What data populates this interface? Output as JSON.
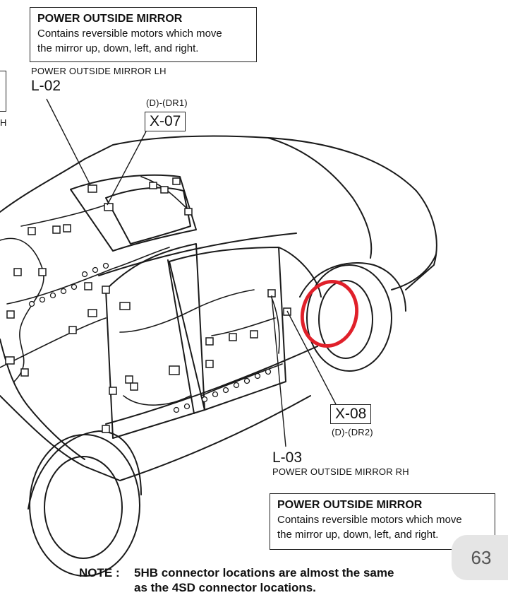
{
  "top_box": {
    "title": "POWER OUTSIDE MIRROR",
    "desc_line1": "Contains reversible motors which move",
    "desc_line2": "the mirror up, down, left, and right."
  },
  "lh_label": "POWER OUTSIDE MIRROR LH",
  "lh_code": "L-02",
  "left_fragment": "H",
  "x07_sub": "(D)-(DR1)",
  "x07_code": "X-07",
  "x08_code": "X-08",
  "x08_sub": "(D)-(DR2)",
  "rh_code": "L-03",
  "rh_label": "POWER OUTSIDE MIRROR RH",
  "bottom_box": {
    "title": "POWER OUTSIDE MIRROR",
    "desc_line1": "Contains reversible motors which move",
    "desc_line2": "the mirror up, down, left, and right."
  },
  "note_label": "NOTE :",
  "note_line1": "5HB connector locations are almost the same",
  "note_line2": "as the 4SD connector locations.",
  "page_number": "63",
  "highlight_color": "#e0202a"
}
